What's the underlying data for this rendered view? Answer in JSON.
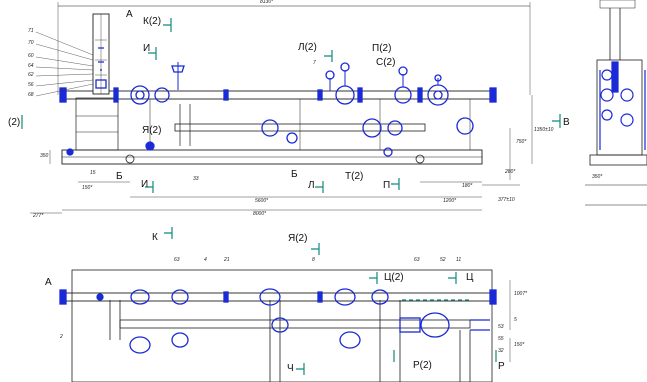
{
  "palette": {
    "line": "#1f1f1f",
    "equip": "#1a2ad6",
    "accent": "#0f8a7a",
    "thin": "#6b6b6b"
  },
  "top_view": {
    "overall_dim": "8130*",
    "section_labels": {
      "a": "А",
      "k": "К(2)",
      "i_top": "И",
      "l": "Л(2)",
      "p": "П(2)",
      "s": "С(2)",
      "ya": "Я(2)",
      "b_right": "В",
      "b": "Б",
      "i_bottom": "И",
      "b2": "Б",
      "l2": "Л",
      "t": "Т(2)",
      "p2": "П",
      "left_cut": "(2)",
      "k_bottom": "К"
    },
    "callouts": {
      "c71": "71",
      "c70": "70",
      "c60": "60",
      "c64": "64",
      "c62": "62",
      "c56": "56",
      "c68": "68",
      "c7": "7",
      "c15": "15",
      "c33": "33"
    },
    "dims": {
      "d350": "350",
      "d150": "150*",
      "d5600": "5600*",
      "d8000": "8000*",
      "d277": "277*",
      "d1200": "1200*",
      "d377": "377±10",
      "d180": "180*",
      "d280": "280*",
      "d750": "750*",
      "d1350": "1350±10"
    }
  },
  "side_view": {
    "d350": "350*"
  },
  "plan_view": {
    "section_labels": {
      "ya": "Я(2)",
      "a": "А",
      "c": "Ц(2)",
      "c2": "Ц",
      "r2": "Р(2)",
      "r": "Р",
      "ch": "Ч"
    },
    "callouts": {
      "c63": "63",
      "c4": "4",
      "c21": "21",
      "c8": "8",
      "c2": "2",
      "c63b": "63",
      "c52": "52",
      "c11": "11",
      "c53": "53",
      "c55": "55",
      "c32": "32"
    },
    "dims": {
      "d1007": "1007*",
      "d5": "5",
      "d150": "150*"
    }
  }
}
